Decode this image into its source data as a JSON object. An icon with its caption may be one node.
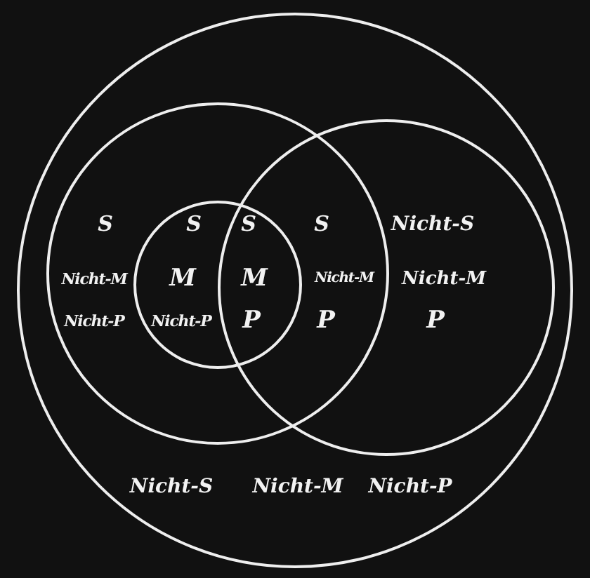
{
  "diagram": {
    "nodes": [
      {
        "text": [],
        "shape": "circle"
      },
      {
        "text": [],
        "shape": "circle",
        "in": 0
      },
      {
        "text": [],
        "shape": "circle",
        "in": 1
      },
      {
        "text": [],
        "shape": "circle",
        "in": 0
      }
    ],
    "labels": [
      "S",
      "S",
      "S",
      "S",
      "Nicht-S",
      "Nicht-M",
      "M",
      "M",
      "Nicht-M",
      "Nicht-M",
      "Nicht-P",
      "Nicht-P",
      "P",
      "P",
      "P",
      "Nicht-S",
      "Nicht-M",
      "Nicht-P"
    ]
  }
}
